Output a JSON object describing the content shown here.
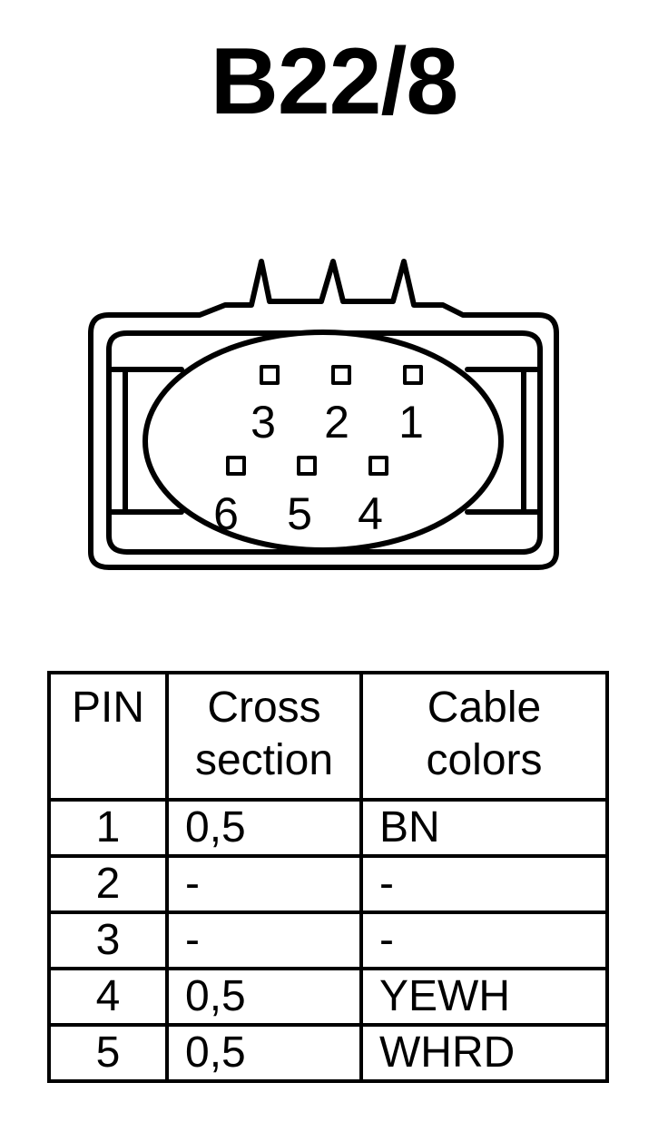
{
  "title": "B22/8",
  "connector": {
    "pin_labels": [
      "3",
      "2",
      "1",
      "6",
      "5",
      "4"
    ]
  },
  "table": {
    "headers": {
      "pin": "PIN",
      "cross_section": [
        "Cross",
        "section"
      ],
      "cable_colors": [
        "Cable",
        "colors"
      ]
    },
    "rows": [
      {
        "pin": "1",
        "cross_section": "0,5",
        "cable_color": "BN"
      },
      {
        "pin": "2",
        "cross_section": "-",
        "cable_color": "-"
      },
      {
        "pin": "3",
        "cross_section": "-",
        "cable_color": "-"
      },
      {
        "pin": "4",
        "cross_section": "0,5",
        "cable_color": "YEWH"
      },
      {
        "pin": "5",
        "cross_section": "0,5",
        "cable_color": "WHRD"
      }
    ]
  }
}
